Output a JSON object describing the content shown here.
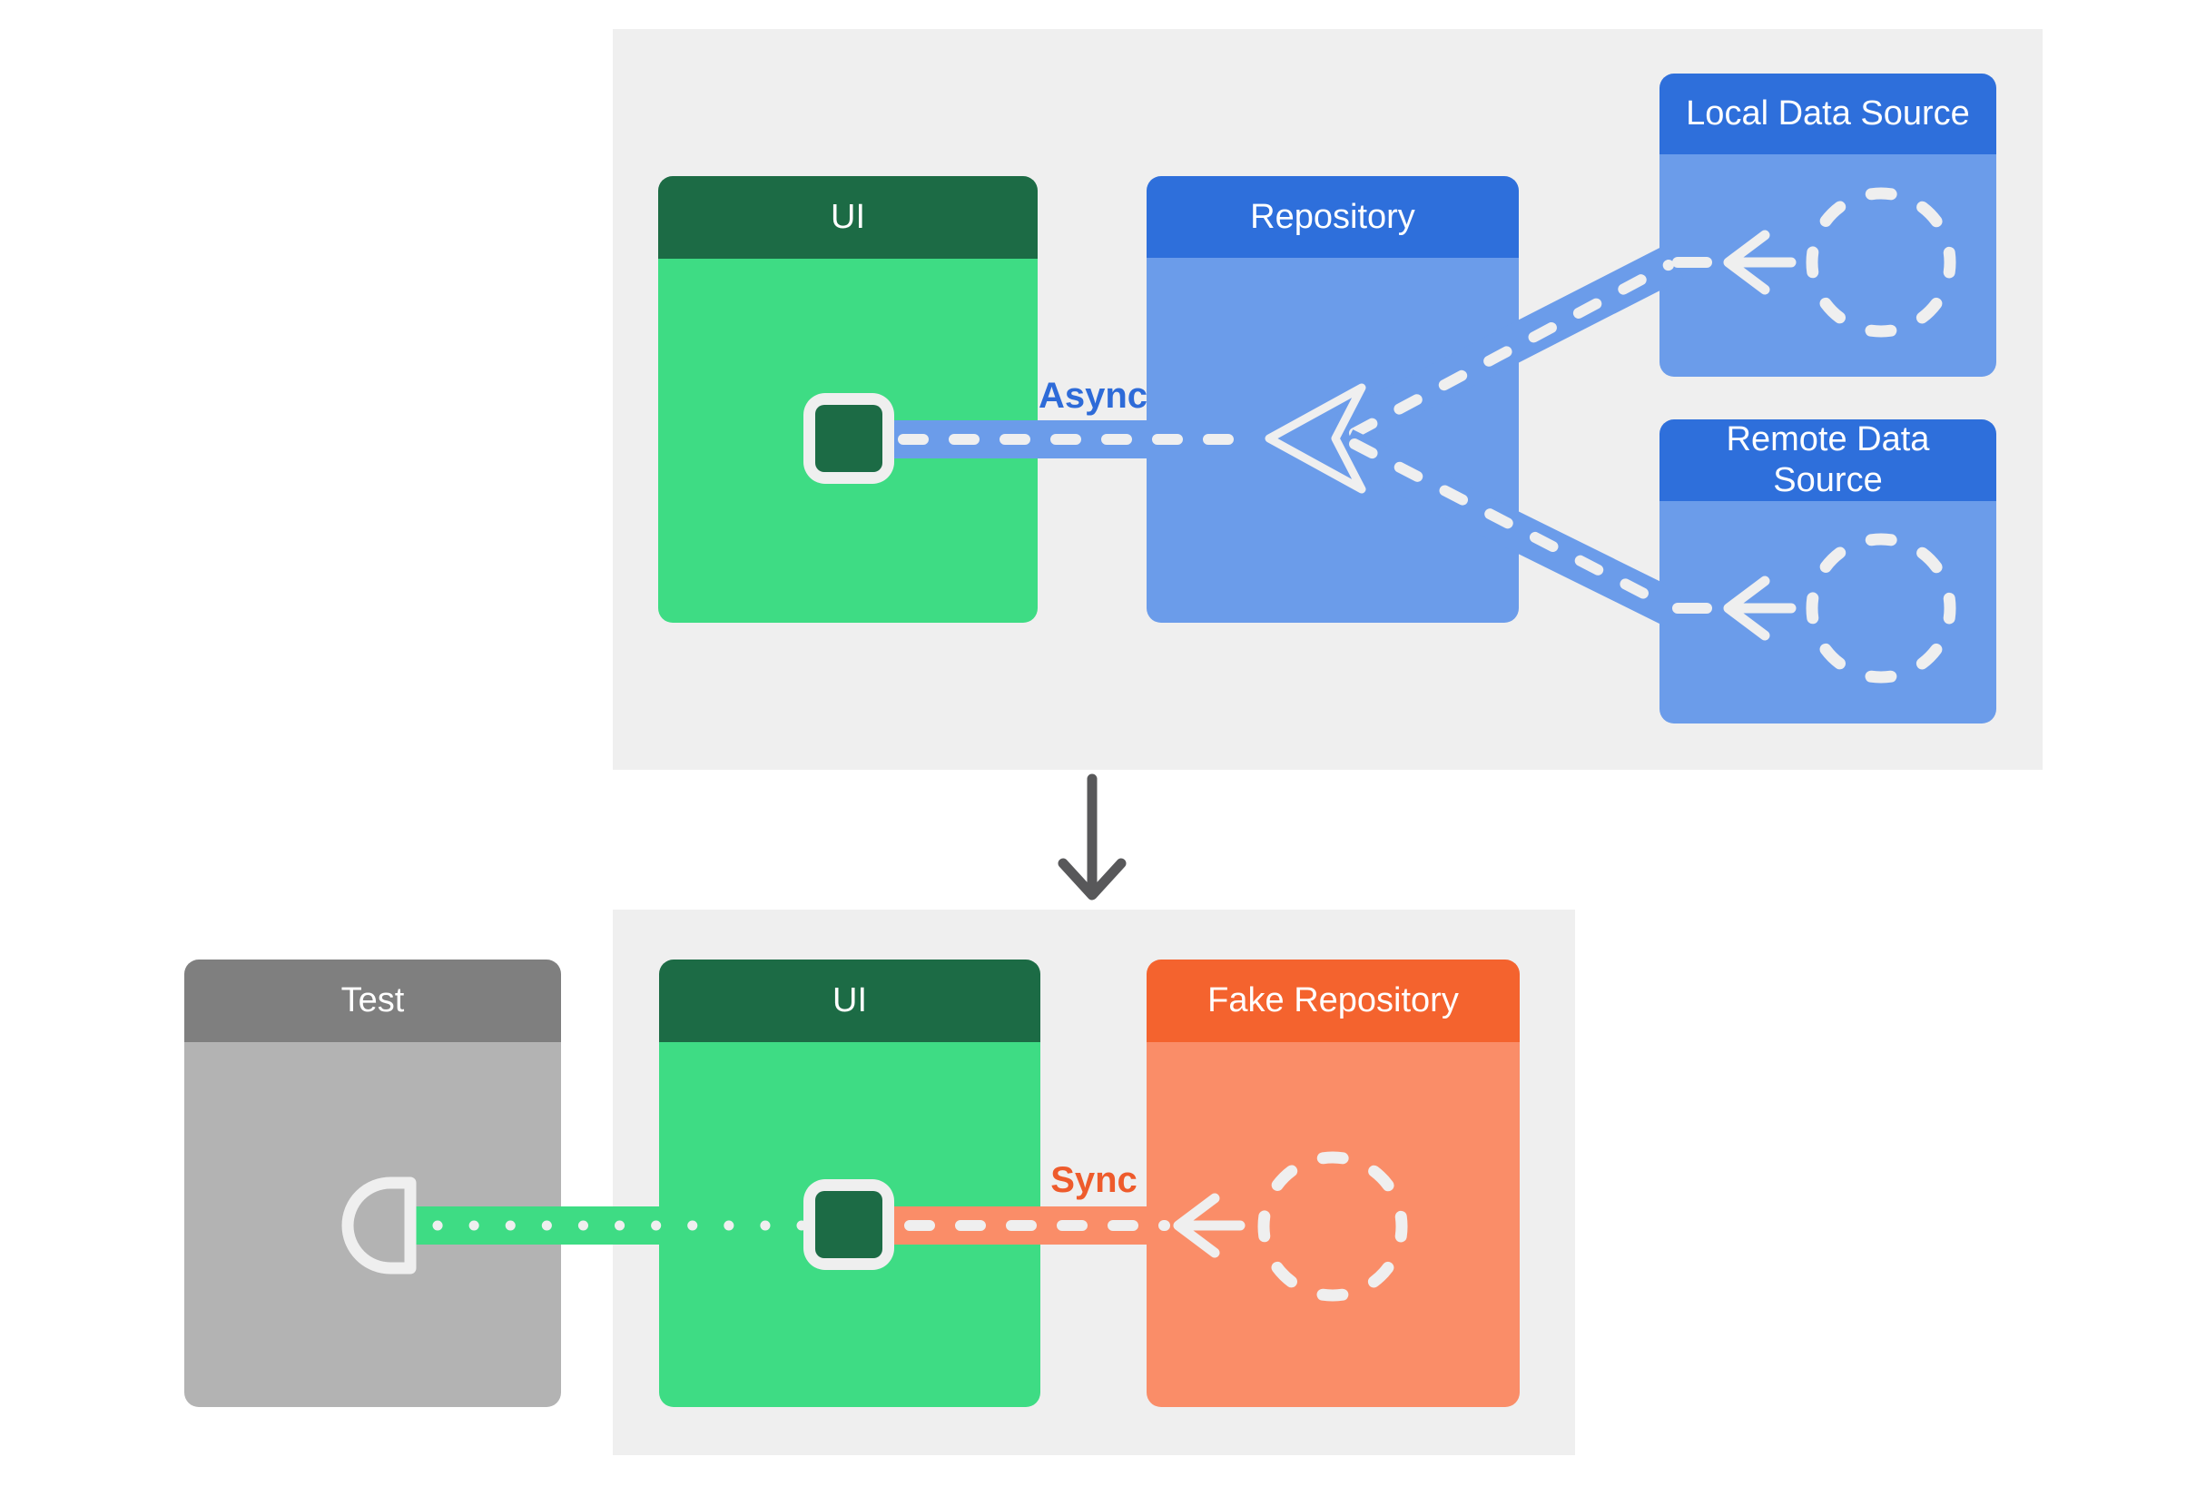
{
  "colors": {
    "page_bg": "#ffffff",
    "panel_bg": "#efefef",
    "green_header": "#1c6b45",
    "green_body": "#3edc84",
    "blue_header": "#2e6fdb",
    "blue_body": "#6b9cea",
    "orange_header": "#f4632e",
    "orange_body": "#fa8d68",
    "gray_header": "#7f7f7f",
    "gray_body": "#b3b3b3",
    "stroke_light": "#efefef",
    "arrow_dark": "#58585a",
    "async_label": "#2e6bd8",
    "sync_label": "#ee5b2c",
    "title_text": "#ffffff"
  },
  "top_panel": {
    "edge_label": "Async",
    "cards": {
      "ui": {
        "title": "UI"
      },
      "repository": {
        "title": "Repository"
      },
      "local": {
        "title": "Local Data Source"
      },
      "remote": {
        "title": "Remote Data Source"
      }
    }
  },
  "bottom_panel": {
    "edge_label": "Sync",
    "cards": {
      "test": {
        "title": "Test"
      },
      "ui": {
        "title": "UI"
      },
      "fake_repository": {
        "title": "Fake Repository"
      }
    }
  }
}
